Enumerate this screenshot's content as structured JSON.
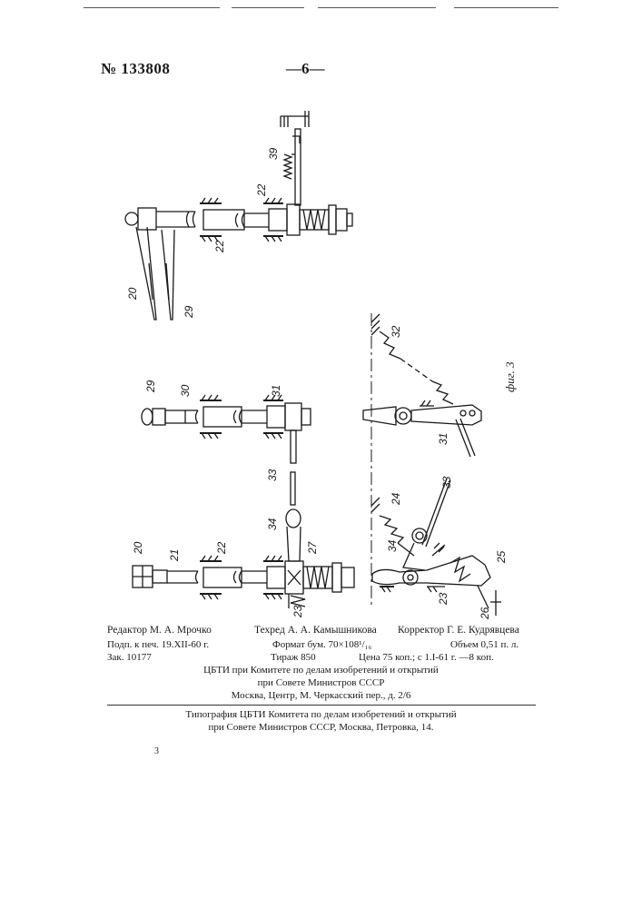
{
  "header": {
    "patent_number": "№ 133808",
    "page_number": "—6—"
  },
  "figure": {
    "caption": "фиг. 3",
    "labels": [
      "39",
      "22",
      "22",
      "20",
      "29",
      "29",
      "30",
      "31",
      "32",
      "31",
      "33",
      "34",
      "24",
      "33",
      "34",
      "20",
      "21",
      "22",
      "27",
      "23",
      "23",
      "25",
      "26"
    ]
  },
  "imprint": {
    "editor": "Редактор М. А. Мрочко",
    "techred": "Техред А. А. Камышникова",
    "corrector": "Корректор Г. Е. Кудрявцева",
    "signed": "Подп. к печ. 19.XII-60 г.",
    "format": "Формат бум. 70×108¹/₁₆",
    "volume": "Объем 0,51 п. л.",
    "order": "Зак. 10177",
    "circulation": "Тираж 850",
    "price": "Цена 75 коп.; с 1.I-61 г. —8 коп.",
    "publisher_1": "ЦБТИ при Комитете по делам изобретений и открытий",
    "publisher_2": "при Совете Министров СССР",
    "publisher_3": "Москва, Центр, М. Черкасский пер., д. 2/6",
    "printer_1": "Типография ЦБТИ Комитета по делам изобретений и открытий",
    "printer_2": "при Совете Министров СССР, Москва, Петровка, 14."
  },
  "footnote_number": "3"
}
